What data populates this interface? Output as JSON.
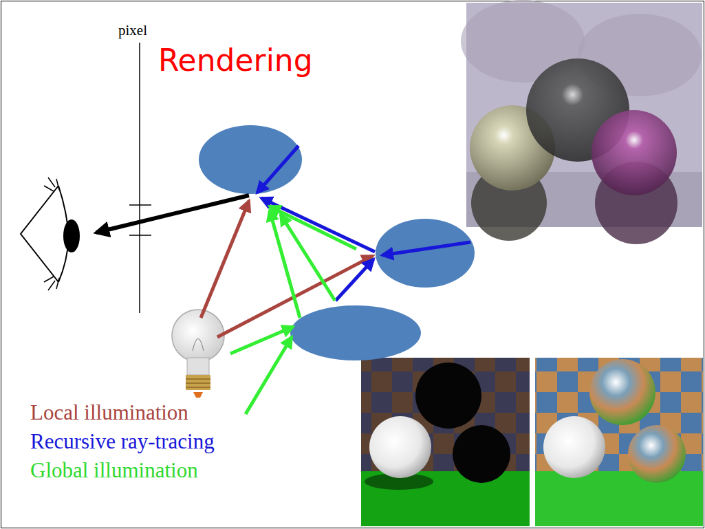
{
  "diagram": {
    "title": "Rendering",
    "labels": [
      "pixel"
    ],
    "legend": [
      {
        "text": "Local illumination",
        "color": "#a9453e"
      },
      {
        "text": "Recursive ray-tracing",
        "color": "#1717d9"
      },
      {
        "text": "Global illumination",
        "color": "#2fd92f"
      }
    ]
  }
}
